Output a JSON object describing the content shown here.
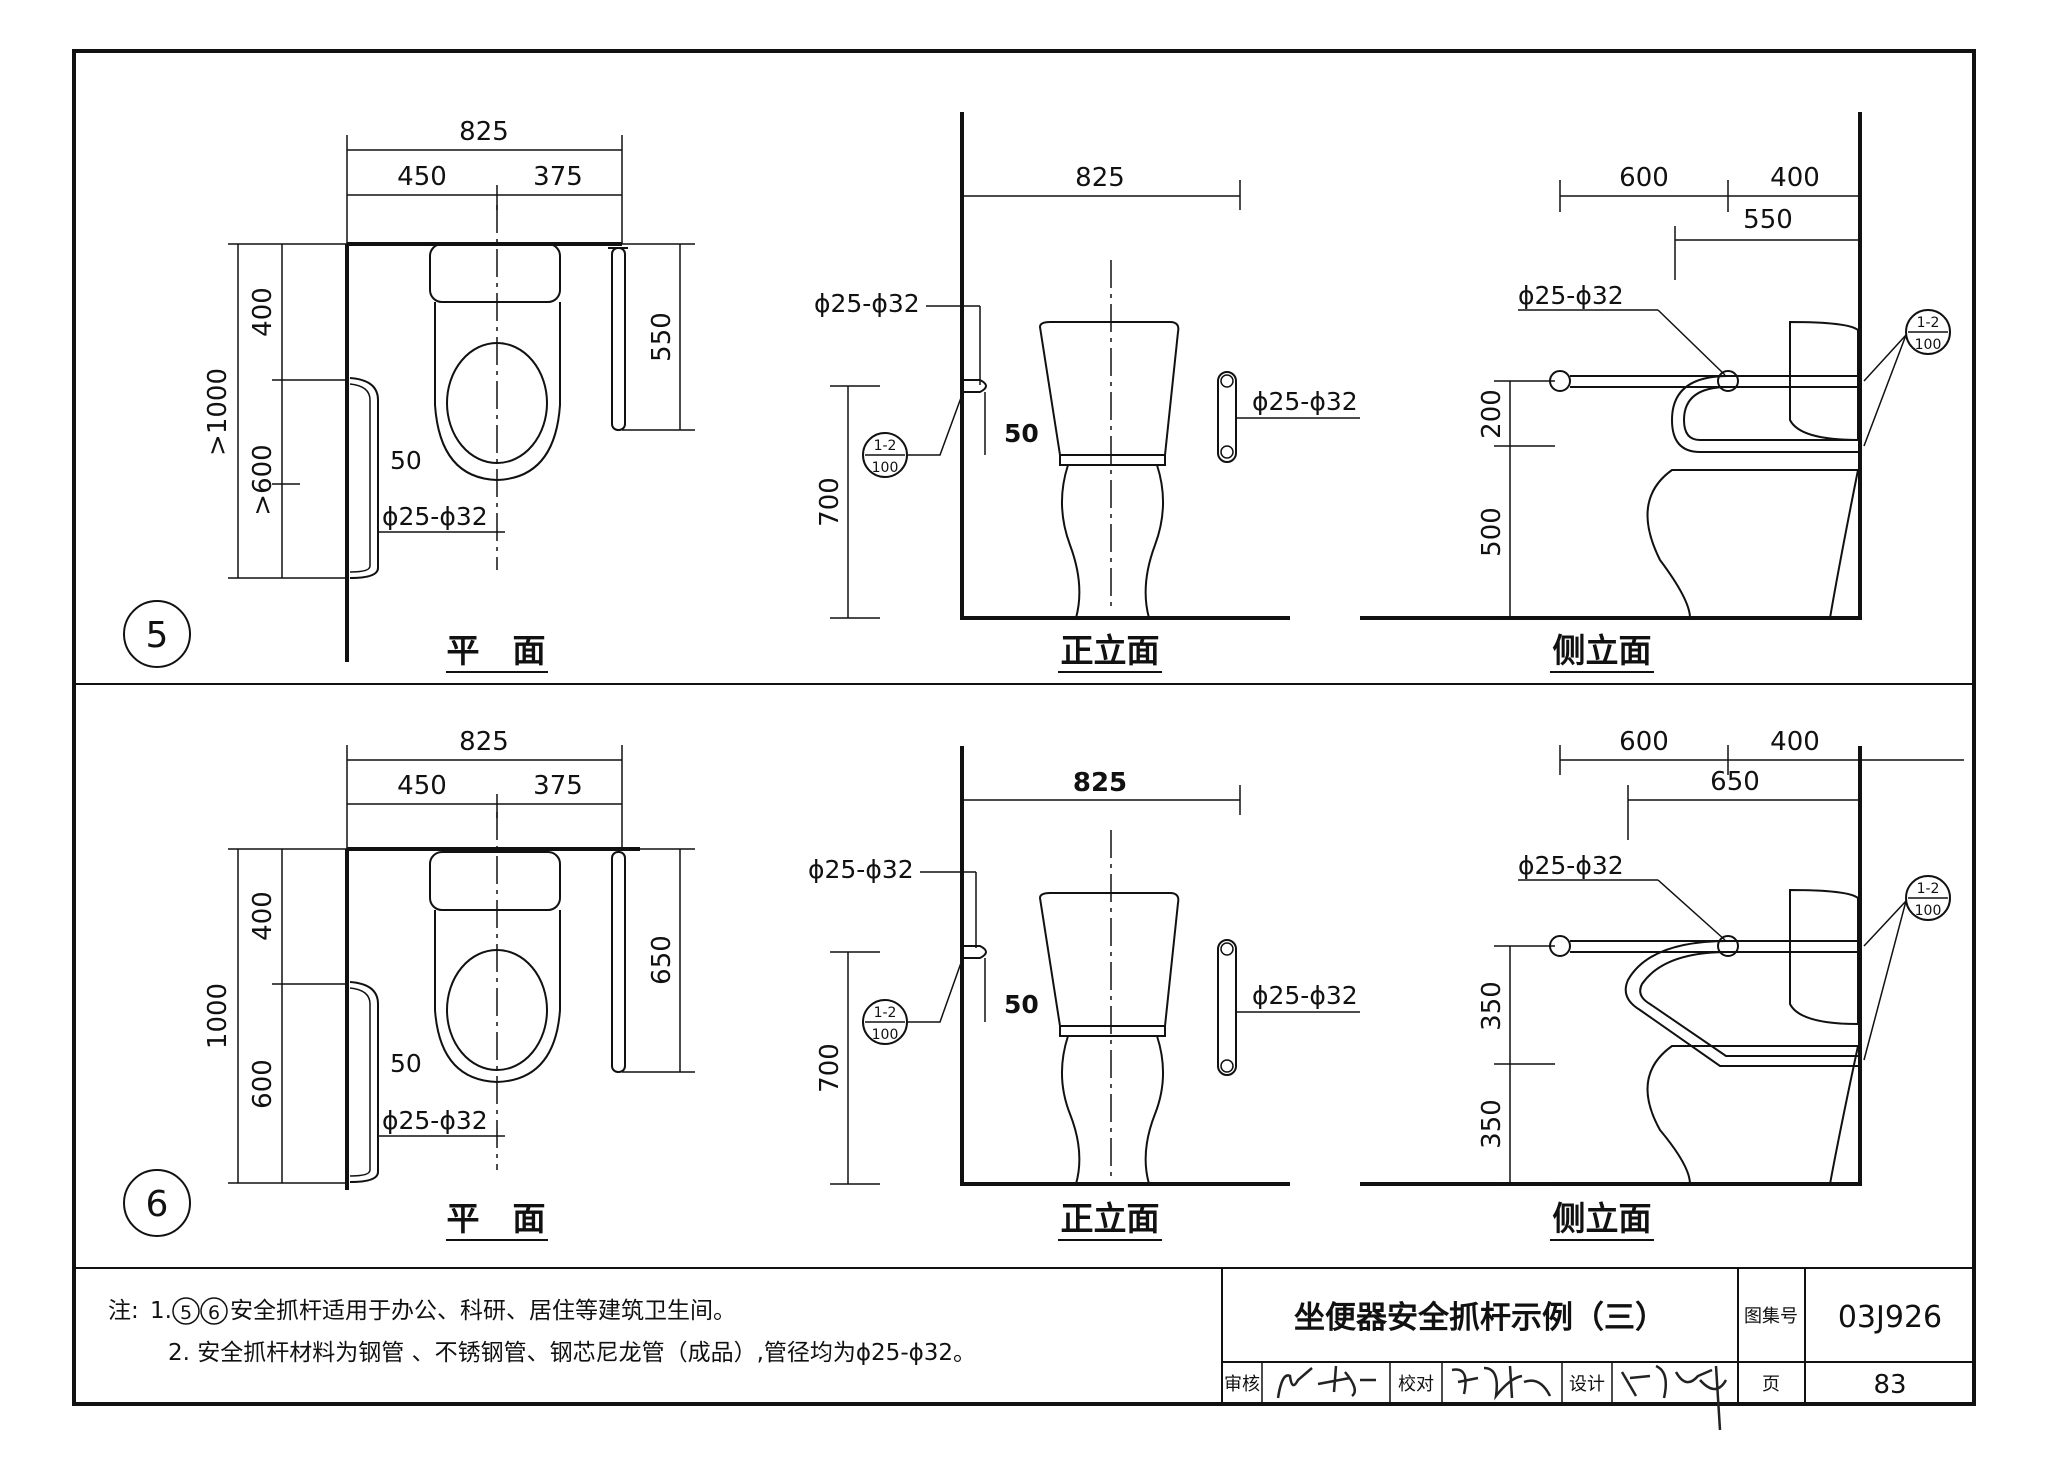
{
  "panels": [
    {
      "id": "5",
      "plan": {
        "overall": "825",
        "left": "450",
        "right": "375",
        "total_v": ">1000",
        "upper_v": "400",
        "lower_v": ">600",
        "bar_len": "550",
        "gap": "50",
        "pipe": "ϕ25-ϕ32",
        "title": "平　面"
      },
      "front": {
        "width": "825",
        "height": "700",
        "gap": "50",
        "pipe_left": "ϕ25-ϕ32",
        "pipe_right": "ϕ25-ϕ32",
        "ref_top": "1-2",
        "ref_bot": "100",
        "title": "正立面"
      },
      "side": {
        "d1": "600",
        "d2": "400",
        "d3": "550",
        "v1": "200",
        "v2": "500",
        "pipe": "ϕ25-ϕ32",
        "ref_top": "1-2",
        "ref_bot": "100",
        "title": "侧立面"
      }
    },
    {
      "id": "6",
      "plan": {
        "overall": "825",
        "left": "450",
        "right": "375",
        "total_v": "1000",
        "upper_v": "400",
        "lower_v": "600",
        "bar_len": "650",
        "gap": "50",
        "pipe": "ϕ25-ϕ32",
        "title": "平　面"
      },
      "front": {
        "width": "825",
        "height": "700",
        "gap": "50",
        "pipe_left": "ϕ25-ϕ32",
        "pipe_right": "ϕ25-ϕ32",
        "ref_top": "1-2",
        "ref_bot": "100",
        "title": "正立面"
      },
      "side": {
        "d1": "600",
        "d2": "400",
        "d3": "650",
        "v1": "350",
        "v2": "350",
        "pipe": "ϕ25-ϕ32",
        "ref_top": "1-2",
        "ref_bot": "100",
        "title": "侧立面"
      }
    }
  ],
  "notes": {
    "prefix": "注:",
    "line1_num": "1.",
    "line1_c1": "5",
    "line1_c2": "6",
    "line1_text": "安全抓杆适用于办公、科研、居住等建筑卫生间。",
    "line2": "2. 安全抓杆材料为钢管 、不锈钢管、钢芯尼龙管（成品）,管径均为ϕ25-ϕ32。"
  },
  "title_block": {
    "drawing_title": "坐便器安全抓杆示例（三）",
    "atlas_label": "图集号",
    "atlas_no": "03J926",
    "review": "审核",
    "check": "校对",
    "design": "设计",
    "page_label": "页",
    "page_no": "83"
  }
}
